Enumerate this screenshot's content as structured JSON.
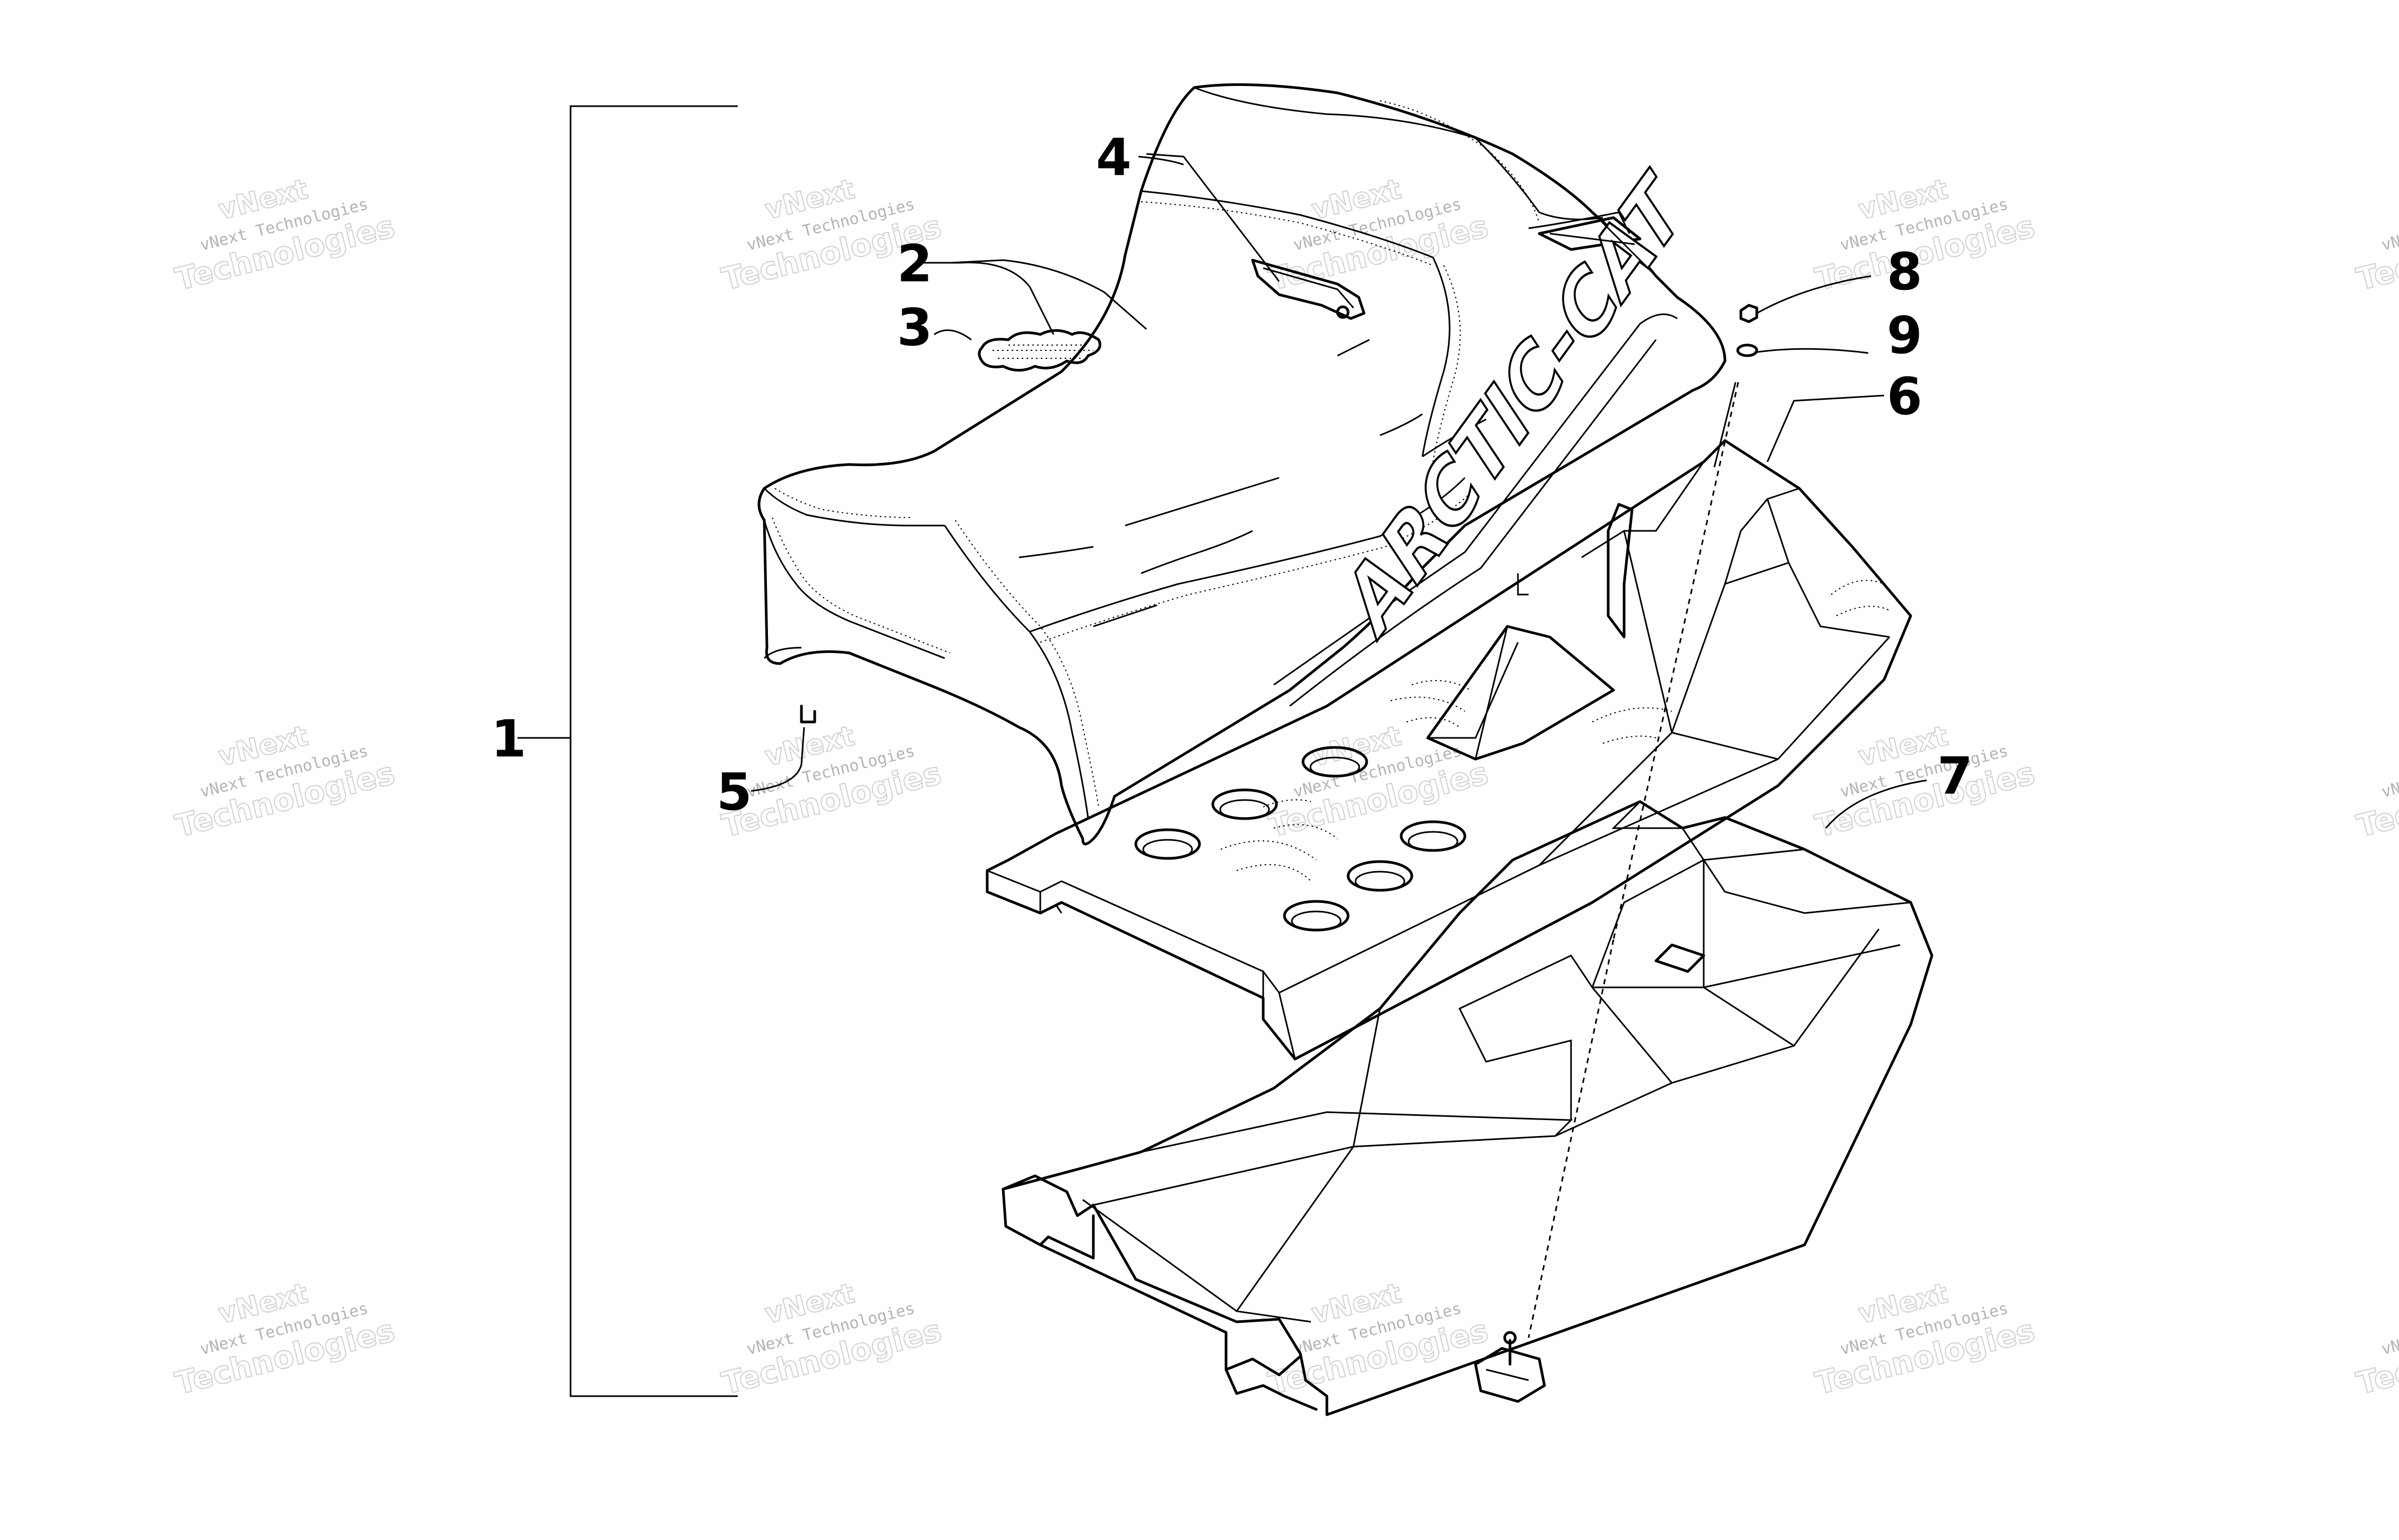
{
  "callouts": [
    "1",
    "2",
    "3",
    "4",
    "5",
    "6",
    "7",
    "8",
    "9"
  ],
  "brand_text": "ARCTIC-CAT",
  "watermark": {
    "line1": "vNext",
    "line2": "vNext Technologies",
    "line3": "Technologies"
  }
}
